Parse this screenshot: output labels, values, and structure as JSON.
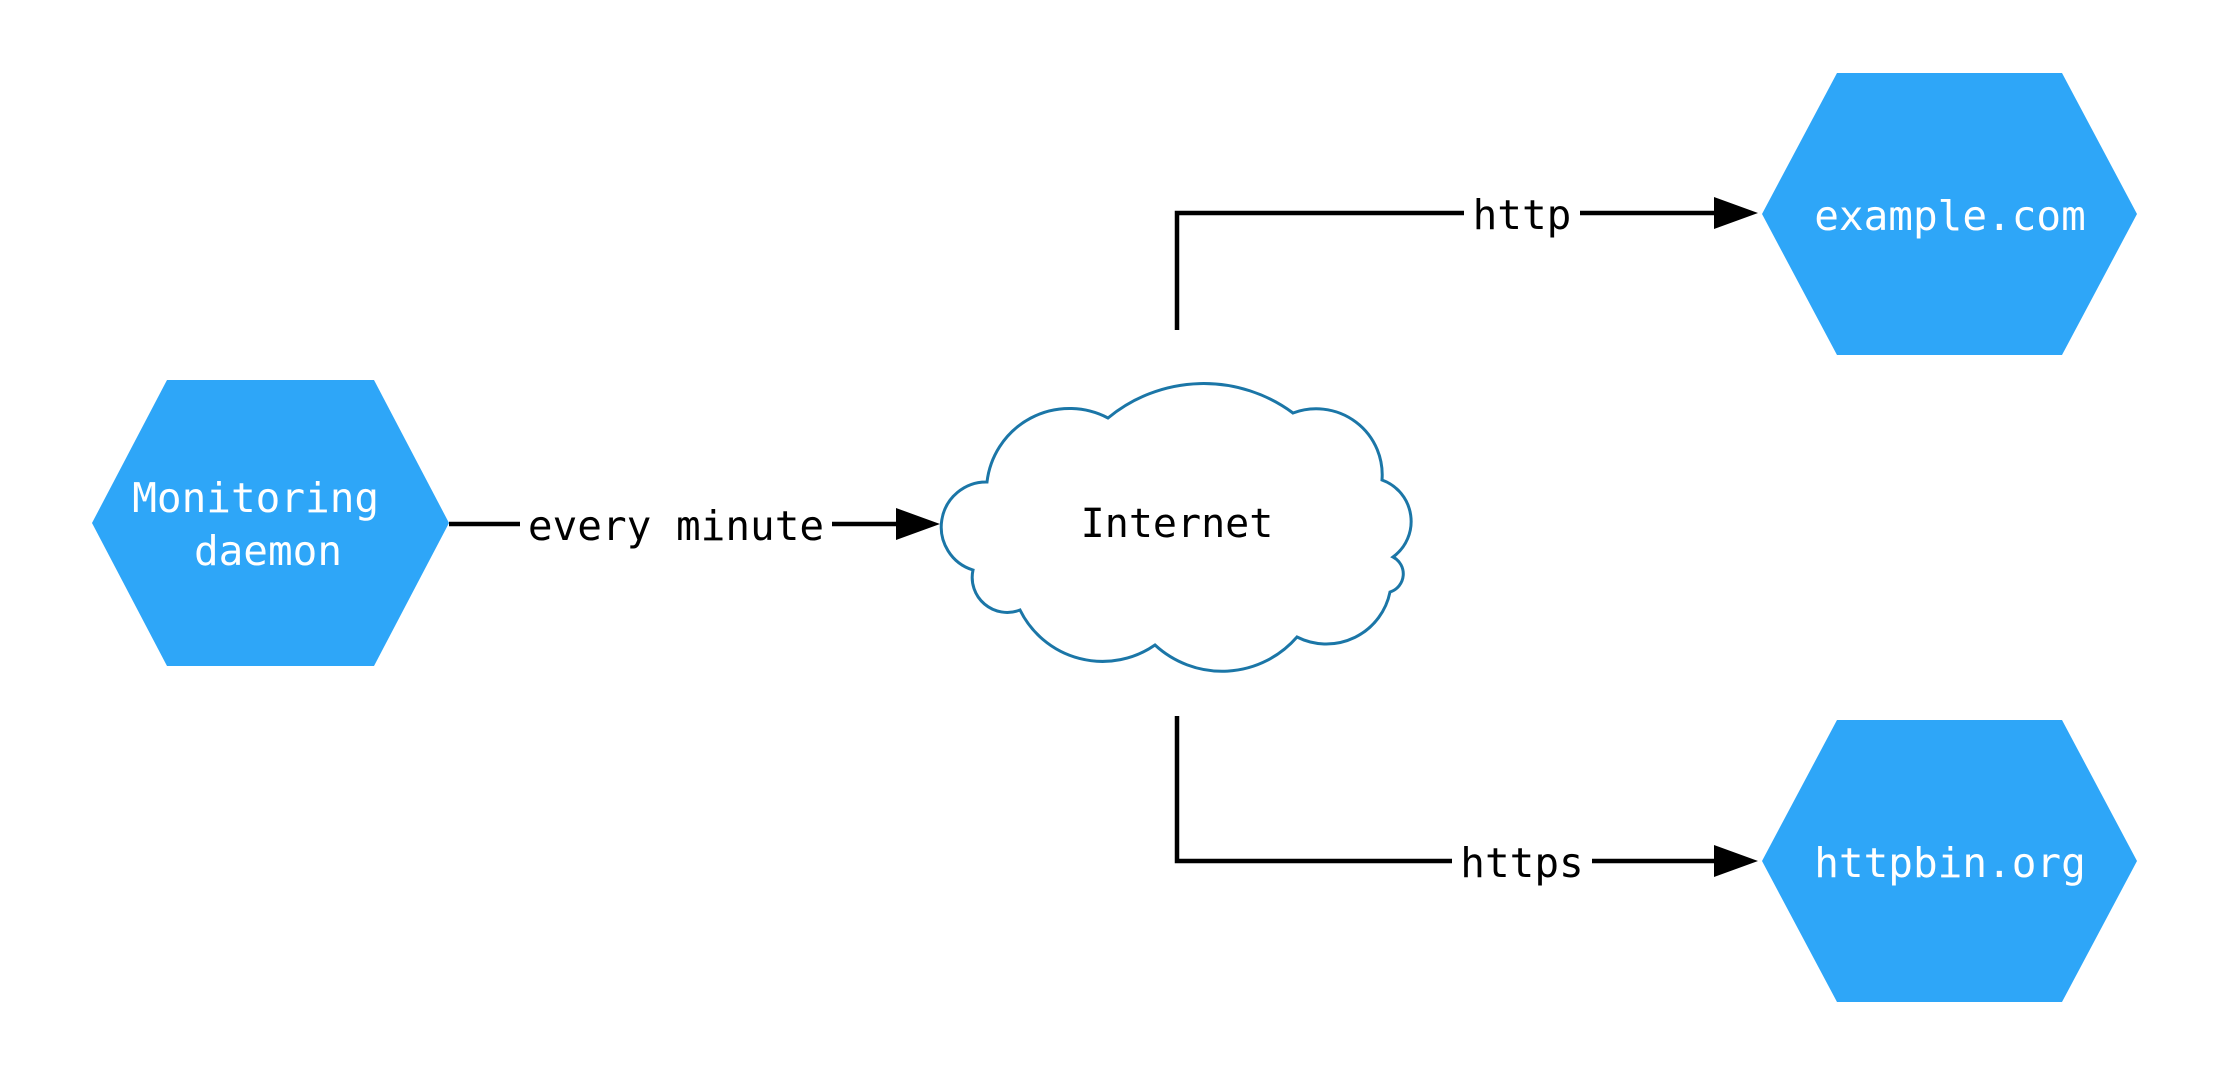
{
  "diagram": {
    "kind": "network-flow-diagram",
    "nodes": {
      "monitoring": {
        "label": "Monitoring daemon",
        "label_lines": [
          "Monitoring",
          "daemon"
        ],
        "shape": "hexagon"
      },
      "internet": {
        "label": "Internet",
        "shape": "cloud"
      },
      "example": {
        "label": "example.com",
        "shape": "hexagon"
      },
      "httpbin": {
        "label": "httpbin.org",
        "shape": "hexagon"
      }
    },
    "edges": [
      {
        "from": "Monitoring daemon",
        "to": "Internet",
        "label": "every minute"
      },
      {
        "from": "Internet",
        "to": "example.com",
        "label": "http"
      },
      {
        "from": "Internet",
        "to": "httpbin.org",
        "label": "https"
      }
    ],
    "colors": {
      "node_fill": "#2ea6f8",
      "node_text": "#ffffff",
      "cloud_stroke": "#1b76a7",
      "cloud_fill": "#ffffff",
      "edge_stroke": "#000000",
      "label_text": "#000000",
      "background": "#ffffff"
    }
  }
}
